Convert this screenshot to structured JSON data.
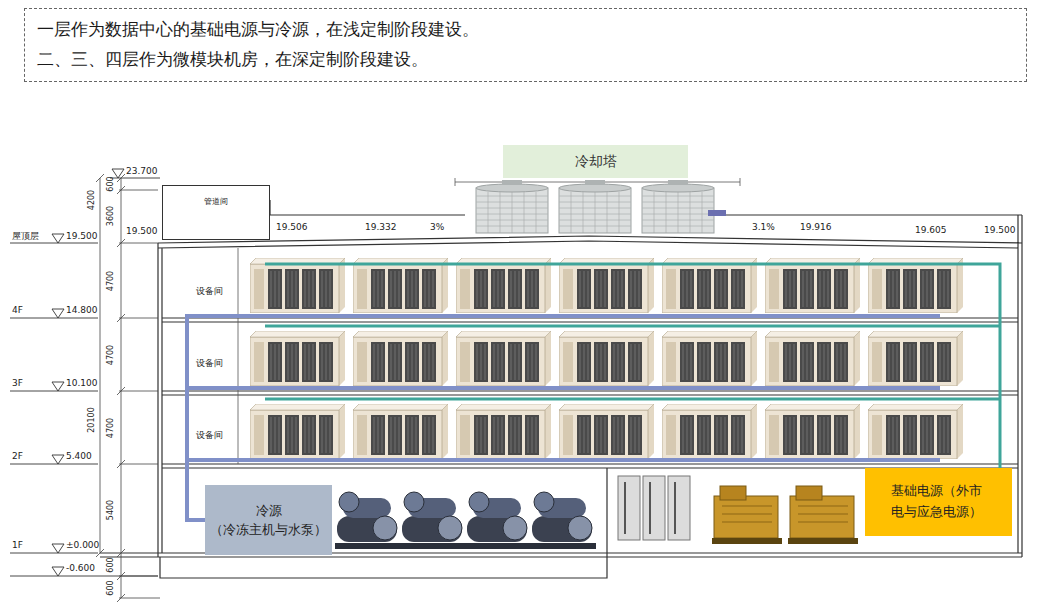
{
  "diagram": {
    "nodes": [
      {
        "text": [
          "一层作为数据中心的基础电源与冷源，在浅定制阶段建设。",
          "二、三、四层作为微模块机房，在深定制阶段建设。"
        ]
      },
      {
        "text": [
          "冷却塔"
        ]
      },
      {
        "text": [
          "管道间"
        ]
      },
      {
        "text": [
          "冷源",
          "（冷冻主机与水泵）"
        ]
      },
      {
        "text": [
          "基础电源（外市电与应急电源）"
        ]
      }
    ],
    "labels": [
      "23.700",
      "4200",
      "3600",
      "600",
      "屋顶层",
      "19.500",
      "19.500",
      "19.506",
      "19.332",
      "3%",
      "3.1%",
      "19.916",
      "19.605",
      "19.500",
      "4F",
      "14.800",
      "4700",
      "设备间",
      "3F",
      "10.100",
      "4700",
      "设备间",
      "20100",
      "2F",
      "5.400",
      "4700",
      "设备间",
      "1F",
      "±0.000",
      "5400",
      "600",
      "-0.600",
      "600"
    ]
  }
}
